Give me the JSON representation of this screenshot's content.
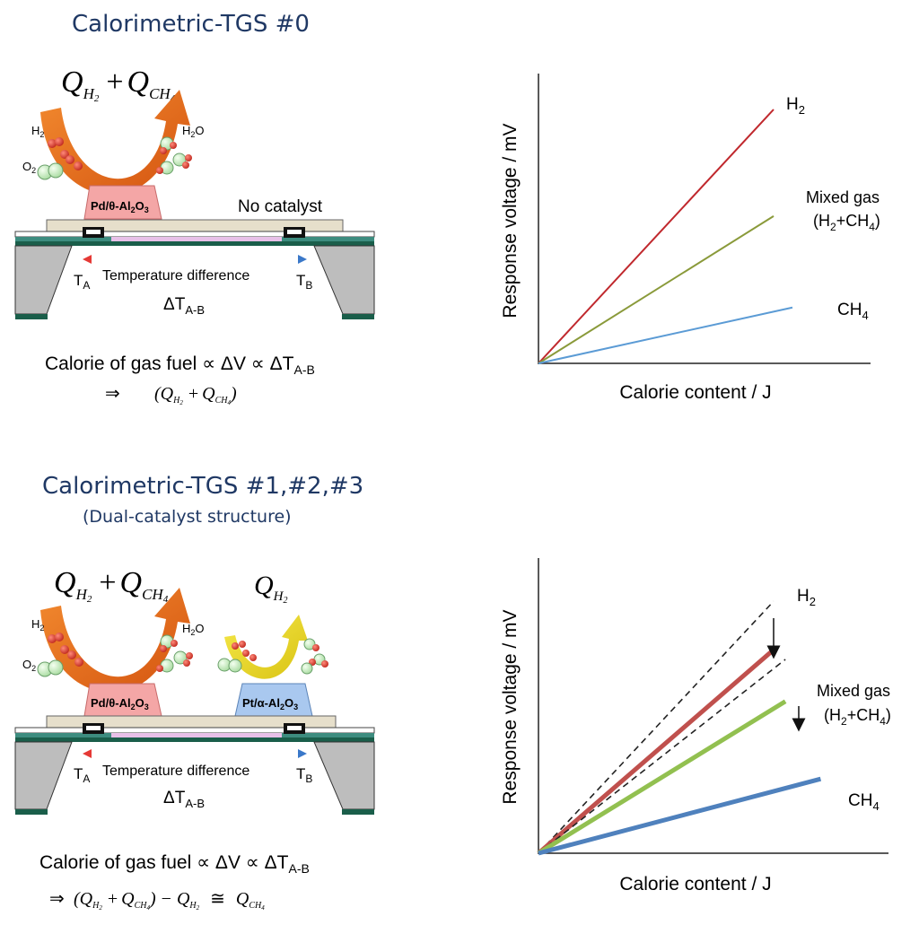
{
  "panels": {
    "top": {
      "title": "Calorimetric-TGS #0",
      "subtitle": "",
      "heat_label_main": "Q",
      "heat_sub_h2": "H",
      "heat_sub_h2_num": "2",
      "heat_plus": "+",
      "heat_sub_ch4": "CH",
      "heat_sub_ch4_num": "4",
      "molecule_h2": "H",
      "molecule_h2_num": "2",
      "molecule_o2": "O",
      "molecule_o2_num": "2",
      "molecule_h2o_h": "H",
      "molecule_h2o_num": "2",
      "molecule_h2o_o": "O",
      "catalyst_a": "Pd/θ-Al",
      "catalyst_a_sub1": "2",
      "catalyst_a_o": "O",
      "catalyst_a_sub2": "3",
      "no_catalyst": "No catalyst",
      "temp_a": "T",
      "temp_a_sub": "A",
      "temp_b": "T",
      "temp_b_sub": "B",
      "temp_diff": "Temperature difference",
      "delta_t": "ΔT",
      "delta_t_sub": "A-B",
      "formula_line1": "Calorie of gas fuel ∝ ΔV ∝ ΔT",
      "formula_line1_sub": "A-B",
      "formula_line2_arrow": "⇒",
      "formula_line2": "(Q  + Q   )"
    },
    "bottom": {
      "title": "Calorimetric-TGS #1,#2,#3",
      "subtitle": "(Dual-catalyst structure)",
      "catalyst_b": "Pt/α-Al",
      "catalyst_b_sub1": "2",
      "catalyst_b_o": "O",
      "catalyst_b_sub2": "3",
      "formula_line1": "Calorie of gas fuel ∝ ΔV ∝ ΔT",
      "formula_line1_sub": "A-B",
      "formula_line2": "⇒ (Q  + Q   ) − Q  ≅ Q"
    }
  },
  "chart_data": [
    {
      "type": "line",
      "title": "",
      "xlabel": "Calorie content / J",
      "ylabel": "Response voltage / mV",
      "series": [
        {
          "name": "H2",
          "label_main": "H",
          "label_sub": "2",
          "x": [
            0,
            1
          ],
          "y": [
            0,
            1.0
          ],
          "color": "#c0282d",
          "style": "solid"
        },
        {
          "name": "Mixed gas (H2+CH4)",
          "label_main": "Mixed gas",
          "label_line2": "(H",
          "label_line2_sub": "2",
          "label_line2_rest": "+CH",
          "label_line2_sub2": "4",
          "label_line2_end": ")",
          "x": [
            0,
            1
          ],
          "y": [
            0,
            0.58
          ],
          "color": "#8a9a3a",
          "style": "solid"
        },
        {
          "name": "CH4",
          "label_main": "CH",
          "label_sub": "4",
          "x": [
            0,
            1.08
          ],
          "y": [
            0,
            0.22
          ],
          "color": "#5b9bd5",
          "style": "solid"
        }
      ]
    },
    {
      "type": "line",
      "title": "",
      "xlabel": "Calorie content / J",
      "ylabel": "Response voltage / mV",
      "series": [
        {
          "name": "H2 (before)",
          "x": [
            0,
            1
          ],
          "y": [
            0,
            0.78
          ],
          "color": "#222222",
          "style": "dashed"
        },
        {
          "name": "H2",
          "label_main": "H",
          "label_sub": "2",
          "x": [
            0,
            1
          ],
          "y": [
            0,
            0.63
          ],
          "color": "#c0504d",
          "style": "solid"
        },
        {
          "name": "Mixed gas (before)",
          "x": [
            0,
            1.05
          ],
          "y": [
            0,
            0.6
          ],
          "color": "#222222",
          "style": "dashed"
        },
        {
          "name": "Mixed gas (H2+CH4)",
          "label_main": "Mixed gas",
          "label_line2": "(H",
          "label_line2_sub": "2",
          "label_line2_rest": "+CH",
          "label_line2_sub2": "4",
          "label_line2_end": ")",
          "x": [
            0,
            1.05
          ],
          "y": [
            0,
            0.47
          ],
          "color": "#92c050",
          "style": "solid"
        },
        {
          "name": "CH4",
          "label_main": "CH",
          "label_sub": "4",
          "x": [
            0,
            1.2
          ],
          "y": [
            0,
            0.23
          ],
          "color": "#4f81bd",
          "style": "solid"
        }
      ]
    }
  ],
  "colors": {
    "title": "#1f3864",
    "catalyst_a_fill": "#f4a6a6",
    "catalyst_b_fill": "#a9c8ef",
    "arrow_orange": "#e8641b",
    "arrow_yellow": "#e5d21a",
    "substrate": "#b8b8b8",
    "membrane": "#1a5e4a"
  }
}
